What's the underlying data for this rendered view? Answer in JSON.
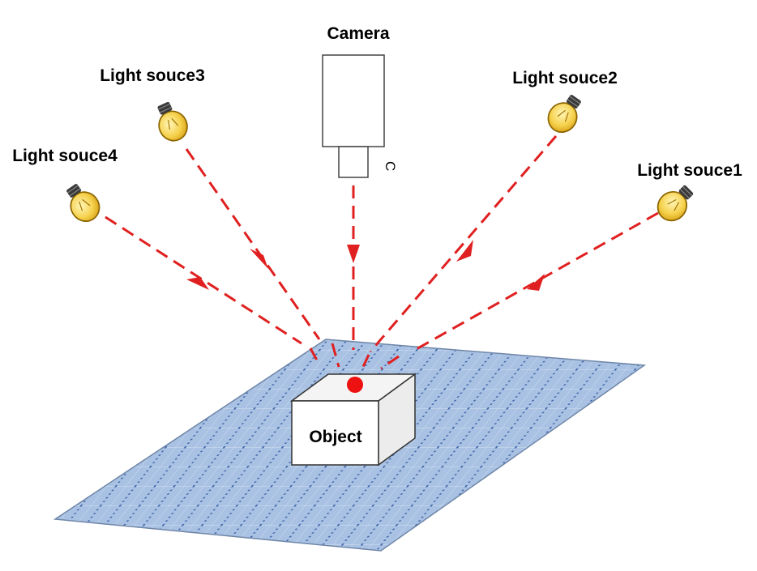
{
  "labels": {
    "camera": "Camera",
    "camera_mark": "C",
    "light1": "Light souce1",
    "light2": "Light souce2",
    "light3": "Light souce3",
    "light4": "Light souce4",
    "object": "Object"
  },
  "colors": {
    "ray": "#e02020",
    "plane_fill": "#a9c2e3",
    "plane_dots": "#3b5fa6",
    "bulb": "#f5d04a",
    "target_point": "#ee1111"
  },
  "icons": [
    "light-bulb-icon",
    "camera-icon"
  ]
}
